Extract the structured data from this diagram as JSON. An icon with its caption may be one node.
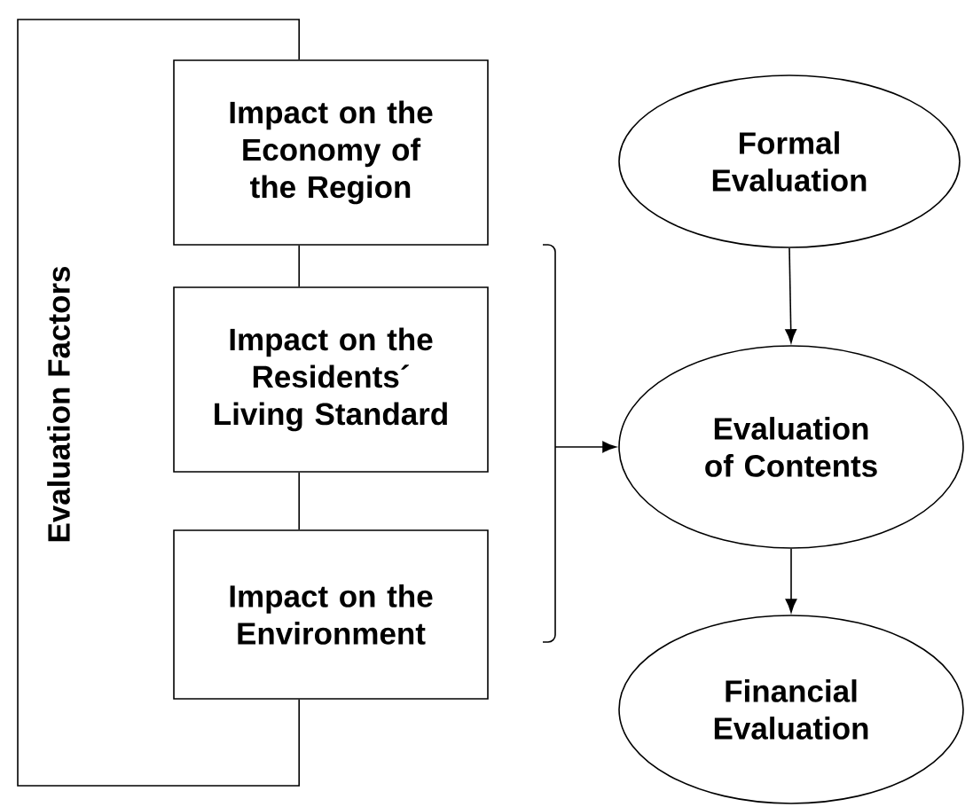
{
  "diagram": {
    "nodes": [
      {
        "text": [
          "Impact on the Economy of the Region"
        ]
      },
      {
        "text": [
          "Impact on the Residents´ Living Standard"
        ]
      },
      {
        "text": [
          "Impact on the Environment"
        ]
      },
      {
        "text": [
          "Formal Evaluation"
        ]
      },
      {
        "text": [
          "Evaluation of Contents"
        ]
      },
      {
        "text": [
          "Financial Evaluation"
        ]
      }
    ],
    "edges": [
      {
        "from": 0,
        "to": 1,
        "arrow": "none"
      },
      {
        "from": 1,
        "to": 2,
        "arrow": "none"
      },
      {
        "from": 0,
        "to": 2,
        "arrow": "none"
      },
      {
        "from": 3,
        "to": 4,
        "arrow": "to"
      },
      {
        "from": 4,
        "to": 5,
        "arrow": "to"
      },
      {
        "from": null,
        "to": 4,
        "arrow": "to"
      }
    ],
    "labels": [
      "Evaluation Factors"
    ]
  }
}
